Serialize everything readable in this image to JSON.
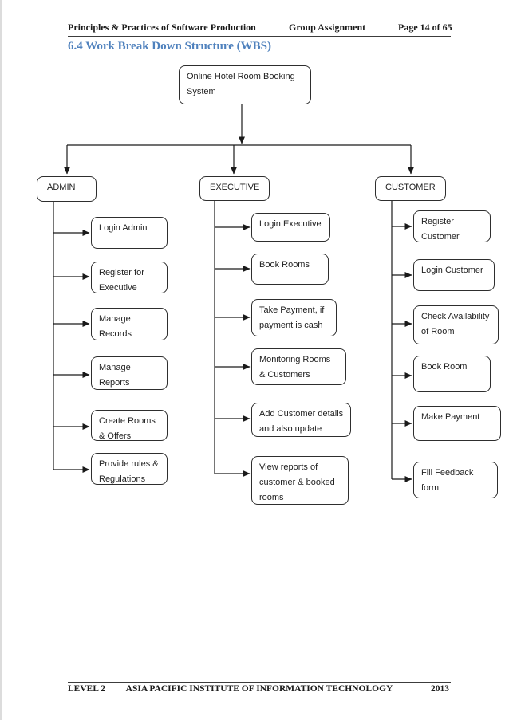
{
  "header": {
    "course": "Principles & Practices of Software Production",
    "assignment": "Group Assignment",
    "page": "Page 14 of 65"
  },
  "section_title": "6.4 Work Break Down Structure (WBS)",
  "diagram": {
    "root": "Online Hotel Room Booking\nSystem",
    "columns": [
      {
        "label": "ADMIN",
        "items": [
          "Login Admin",
          "Register for\nExecutive",
          "Manage\nRecords",
          "Manage\nReports",
          "Create Rooms\n& Offers",
          "Provide rules &\nRegulations"
        ]
      },
      {
        "label": "EXECUTIVE",
        "items": [
          "Login Executive",
          "Book Rooms",
          "Take Payment, if\npayment is cash",
          "Monitoring Rooms\n& Customers",
          "Add Customer details\nand also update",
          "View reports of\ncustomer & booked\nrooms"
        ]
      },
      {
        "label": "CUSTOMER",
        "items": [
          "Register\nCustomer",
          "Login Customer",
          "Check Availability\nof Room",
          "Book Room",
          "Make Payment",
          "Fill Feedback\nform"
        ]
      }
    ]
  },
  "footer": {
    "level": "LEVEL 2",
    "institute": "ASIA PACIFIC INSTITUTE OF INFORMATION TECHNOLOGY",
    "year": "2013"
  },
  "colors": {
    "heading_blue": "#4F81BD",
    "diagram_line": "#1a1a1a",
    "text": "#1f1f1f"
  }
}
